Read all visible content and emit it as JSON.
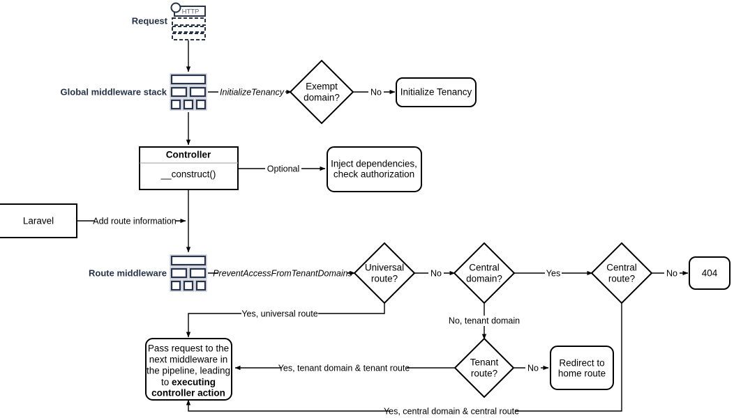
{
  "diagram": {
    "title": "Laravel multi-tenancy request lifecycle flowchart",
    "row_labels": {
      "request": "Request",
      "global_middleware": "Global middleware stack",
      "route_middleware": "Route middleware"
    },
    "nodes": {
      "http_request_icon": "HTTP",
      "controller_header": "Controller",
      "controller_method": "__construct()",
      "initialize_tenancy": "Initialize Tenancy",
      "inject_dependencies_line1": "Inject dependencies,",
      "inject_dependencies_line2": "check authorization",
      "laravel": "Laravel",
      "exempt_domain_line1": "Exempt",
      "exempt_domain_line2": "domain?",
      "universal_route_line1": "Universal",
      "universal_route_line2": "route?",
      "central_domain_line1": "Central",
      "central_domain_line2": "domain?",
      "central_route_line1": "Central",
      "central_route_line2": "route?",
      "tenant_route_line1": "Tenant",
      "tenant_route_line2": "route?",
      "not_found": "404",
      "redirect_home_line1": "Redirect to",
      "redirect_home_line2": "home route",
      "pass_request_line1": "Pass request to the",
      "pass_request_line2": "next middleware in",
      "pass_request_line3": "the pipeline, leading",
      "pass_request_line4_prefix": "to ",
      "pass_request_line4_bold": "executing",
      "pass_request_line5_bold": "controller action"
    },
    "edge_labels": {
      "initialize_tenancy_mw": "InitializeTenancy",
      "exempt_no": "No",
      "controller_optional": "Optional",
      "add_route_information": "Add route information",
      "prevent_access_mw": "PreventAccessFromTenantDomains",
      "universal_no": "No",
      "central_domain_yes": "Yes",
      "central_route_no": "No",
      "yes_universal_route": "Yes, universal route",
      "no_tenant_domain": "No, tenant domain",
      "tenant_route_no": "No",
      "yes_tenant_domain_tenant_route": "Yes, tenant domain & tenant route",
      "yes_central_domain_central_route": "Yes, central domain & central route"
    },
    "colors": {
      "stroke": "#000000",
      "icon_navy": "#25324a",
      "icon_outline_gray": "#b4bac4",
      "background": "#ffffff"
    }
  }
}
